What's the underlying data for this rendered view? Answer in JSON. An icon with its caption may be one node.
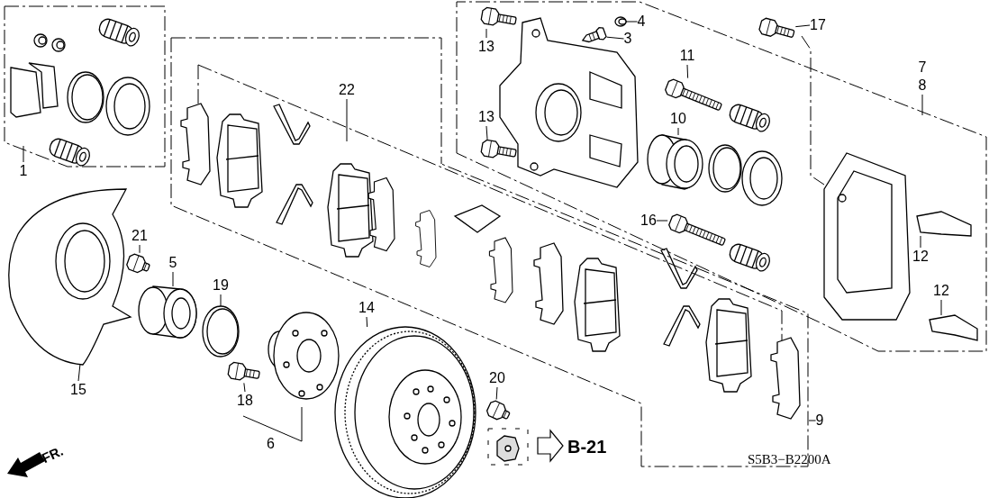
{
  "diagram": {
    "nodes": [
      {
        "text": [
          "13"
        ]
      },
      {
        "text": [
          "4"
        ]
      },
      {
        "text": [
          "3"
        ]
      },
      {
        "text": [
          "17"
        ]
      },
      {
        "text": [
          "1"
        ]
      },
      {
        "text": [
          "13"
        ]
      },
      {
        "text": [
          "11"
        ]
      },
      {
        "text": [
          "7",
          "8"
        ]
      },
      {
        "text": [
          "22"
        ]
      },
      {
        "text": [
          "10"
        ]
      },
      {
        "text": [
          "21"
        ]
      },
      {
        "text": [
          "5"
        ]
      },
      {
        "text": [
          "19"
        ]
      },
      {
        "text": [
          "16"
        ]
      },
      {
        "text": [
          "12"
        ]
      },
      {
        "text": [
          "12"
        ]
      },
      {
        "text": [
          "14"
        ]
      },
      {
        "text": [
          "15"
        ]
      },
      {
        "text": [
          "20"
        ]
      },
      {
        "text": [
          "18"
        ]
      },
      {
        "text": [
          "9"
        ]
      },
      {
        "text": [],
        "shape": "picture"
      },
      {
        "text": [],
        "shape": "picture"
      },
      {
        "text": [],
        "shape": "picture"
      },
      {
        "text": [],
        "shape": "picture"
      },
      {
        "text": [],
        "shape": "picture"
      },
      {
        "text": [],
        "shape": "picture"
      },
      {
        "text": [],
        "shape": "picture"
      },
      {
        "text": [],
        "shape": "picture"
      },
      {
        "text": [],
        "shape": "picture"
      },
      {
        "text": [],
        "shape": "picture"
      },
      {
        "text": [],
        "shape": "picture"
      },
      {
        "text": [],
        "shape": "picture"
      },
      {
        "text": [],
        "shape": "picture"
      },
      {
        "text": [],
        "shape": "picture"
      },
      {
        "text": [],
        "shape": "picture"
      },
      {
        "text": [],
        "shape": "picture"
      },
      {
        "text": [],
        "shape": "picture"
      }
    ],
    "edges": [
      {
        "from": 0,
        "to": 21,
        "arrow": "none"
      },
      {
        "from": 1,
        "to": 22,
        "arrow": "none"
      },
      {
        "from": 2,
        "to": 23,
        "arrow": "none"
      },
      {
        "from": 3,
        "to": 24,
        "arrow": "none"
      },
      {
        "from": 4,
        "to": null,
        "arrow": "none"
      },
      {
        "from": 5,
        "to": 25,
        "arrow": "none"
      },
      {
        "from": 6,
        "to": 26,
        "arrow": "none"
      },
      {
        "from": 7,
        "to": null,
        "arrow": "none"
      },
      {
        "from": 8,
        "to": null,
        "arrow": "none"
      },
      {
        "from": 9,
        "to": 27,
        "arrow": "none"
      },
      {
        "from": 10,
        "to": 28,
        "arrow": "none"
      },
      {
        "from": 11,
        "to": 29,
        "arrow": "none"
      },
      {
        "from": 12,
        "to": 30,
        "arrow": "none"
      },
      {
        "from": 13,
        "to": 31,
        "arrow": "none"
      },
      {
        "from": 14,
        "to": 32,
        "arrow": "none"
      },
      {
        "from": 15,
        "to": 33,
        "arrow": "none"
      },
      {
        "from": 16,
        "to": 34,
        "arrow": "none"
      },
      {
        "from": 17,
        "to": 35,
        "arrow": "none"
      },
      {
        "from": 18,
        "to": 36,
        "arrow": "none"
      },
      {
        "from": 19,
        "to": 37,
        "arrow": "none"
      },
      {
        "from": 20,
        "to": null,
        "arrow": "none"
      }
    ],
    "labels": [
      "6",
      "B-21",
      "FR.",
      "S5B3−B2200A"
    ]
  }
}
